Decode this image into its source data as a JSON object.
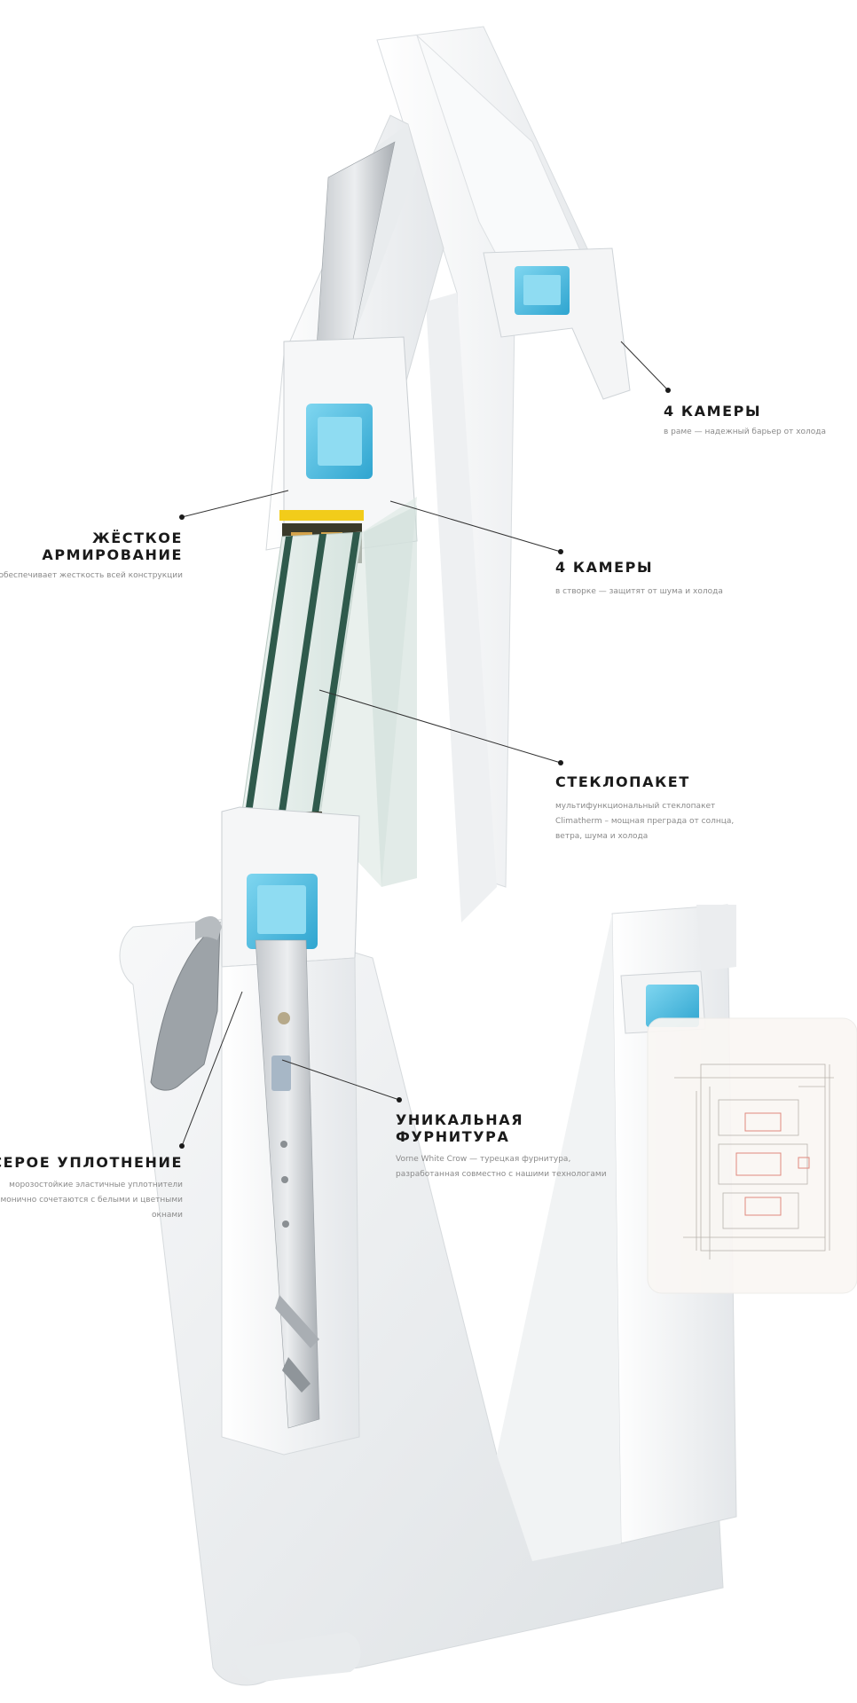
{
  "callouts": {
    "frame_chambers": {
      "title": "4 КАМЕРЫ",
      "desc": "в раме — надежный барьер от холода"
    },
    "reinforcement": {
      "title_line1": "ЖЁСТКОЕ",
      "title_line2": "АРМИРОВАНИЕ",
      "desc": "обеспечивает жесткость всей конструкции"
    },
    "sash_chambers": {
      "title": "4 КАМЕРЫ",
      "desc": "в створке — защитят от шума и холода"
    },
    "glass_unit": {
      "title": "СТЕКЛОПАКЕТ",
      "desc_line1": "мультифункциональный стеклопакет",
      "desc_line2": "Climatherm – мощная преграда от солнца,",
      "desc_line3": "ветра, шума и холода"
    },
    "hardware": {
      "title_line1": "УНИКАЛЬНАЯ",
      "title_line2": "ФУРНИТУРА",
      "desc_line1": "Vorne White Crow — турецкая фурнитура,",
      "desc_line2": "разработанная совместно с нашими технологами"
    },
    "gasket": {
      "title": "СЕРОЕ УПЛОТНЕНИЕ",
      "desc_line1": "морозостойкие эластичные уплотнители",
      "desc_line2": "гармонично сочетаются с белыми и цветными",
      "desc_line3": "окнами"
    }
  },
  "colors": {
    "frame_white": "#f2f3f4",
    "chamber_blue": "#5cc6e8",
    "glass_green": "#2f5a4c",
    "spacer_yellow": "#f2cc1a",
    "text_dark": "#1a1a1a",
    "text_gray": "#8a8a8a"
  }
}
